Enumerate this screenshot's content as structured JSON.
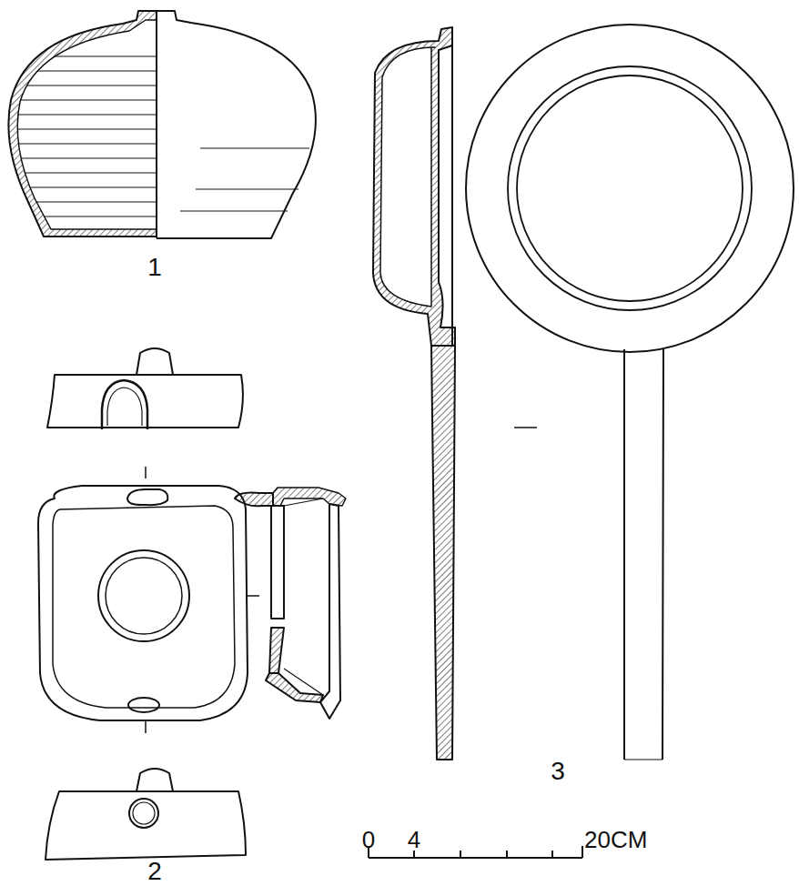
{
  "diagram": {
    "labels": [
      "1",
      "2",
      "3",
      "0",
      "4",
      "20CM"
    ]
  }
}
